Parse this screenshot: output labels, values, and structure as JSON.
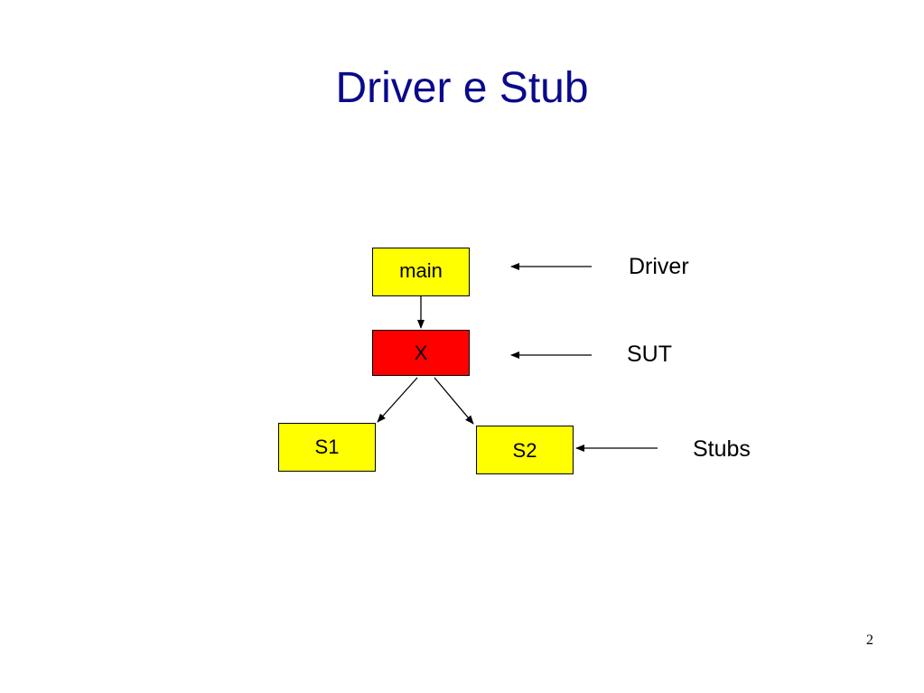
{
  "title": "Driver e Stub",
  "boxes": {
    "main": {
      "label": "main",
      "color": "#ffff00"
    },
    "x": {
      "label": "X",
      "color": "#ff0000"
    },
    "s1": {
      "label": "S1",
      "color": "#ffff00"
    },
    "s2": {
      "label": "S2",
      "color": "#ffff00"
    }
  },
  "labels": {
    "driver": "Driver",
    "sut": "SUT",
    "stubs": "Stubs"
  },
  "page_number": "2",
  "colors": {
    "title": "#0a0a8c",
    "driver_box": "#ffff00",
    "sut_box": "#ff0000",
    "stub_box": "#ffff00"
  }
}
